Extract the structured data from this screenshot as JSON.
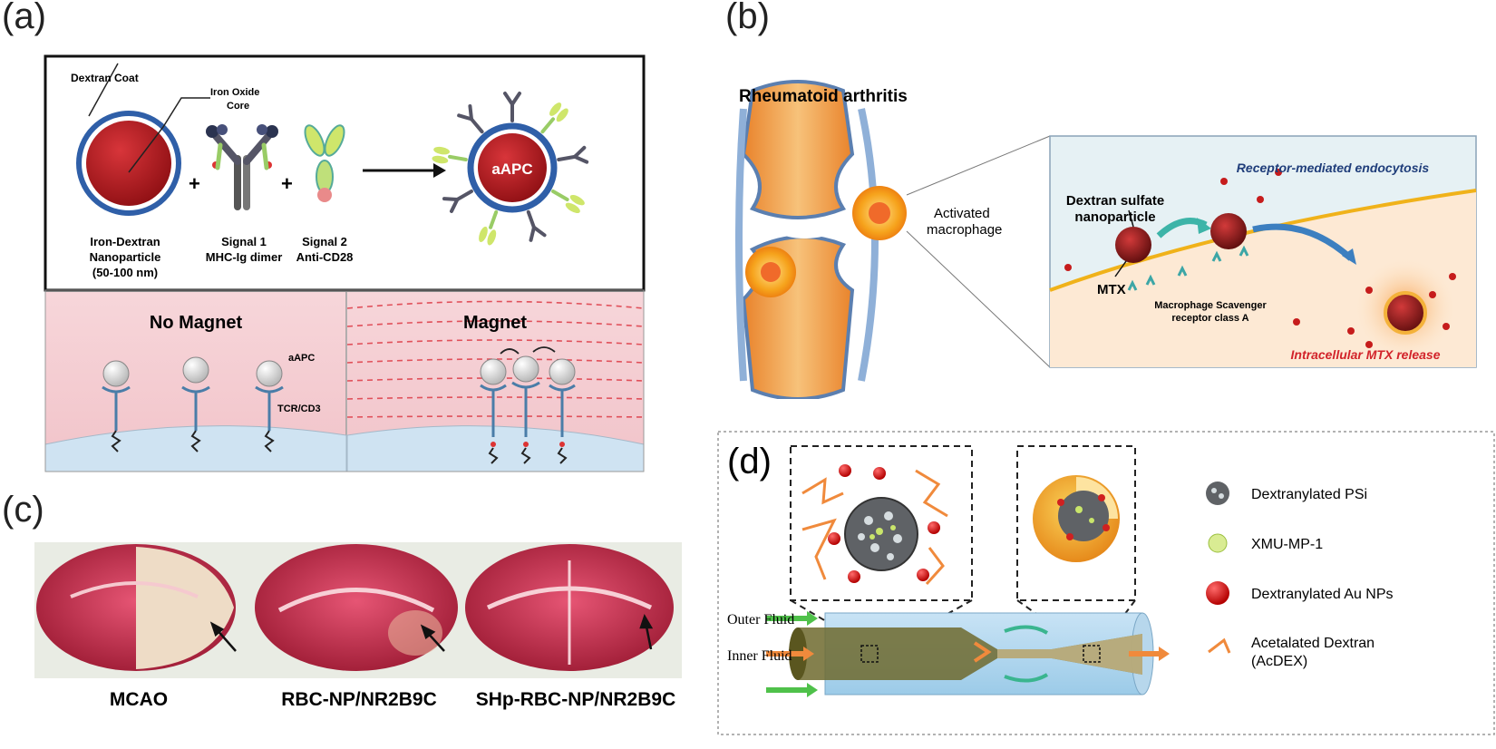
{
  "panel_a": {
    "letter": "(a)",
    "dextran_coat": "Dextran Coat",
    "iron_oxide_1": "Iron Oxide",
    "iron_oxide_2": "Core",
    "np_label_1": "Iron-Dextran",
    "np_label_2": "Nanoparticle",
    "np_label_3": "(50-100 nm)",
    "signal1_1": "Signal 1",
    "signal1_2": "MHC-Ig dimer",
    "signal2_1": "Signal 2",
    "signal2_2": "Anti-CD28",
    "aapc_center": "aAPC",
    "no_magnet": "No Magnet",
    "magnet": "Magnet",
    "aapc_small": "aAPC",
    "tcr": "TCR/CD3"
  },
  "panel_b": {
    "letter": "(b)",
    "ra": "Rheumatoid arthritis",
    "activated_1": "Activated",
    "activated_2": "macrophage",
    "rme": "Receptor-mediated endocytosis",
    "dsn_1": "Dextran sulfate",
    "dsn_2": "nanoparticle",
    "mtx": "MTX",
    "msr_1": "Macrophage Scavenger",
    "msr_2": "receptor class A",
    "release": "Intracellular MTX release"
  },
  "panel_c": {
    "letter": "(c)",
    "labels": [
      "MCAO",
      "RBC-NP/NR2B9C",
      "SHp-RBC-NP/NR2B9C"
    ]
  },
  "panel_d": {
    "letter": "(d)",
    "outer": "Outer Fluid",
    "inner": "Inner Fluid",
    "legend": [
      "Dextranylated PSi",
      "XMU-MP-1",
      "Dextranylated Au NPs",
      "Acetalated Dextran",
      "(AcDEX)"
    ]
  },
  "colors": {
    "np_red": "#b3161b",
    "np_ring": "#2f5fa8",
    "pink_bg": "#f3cdd2",
    "cell_blue": "#cfe3f2",
    "joint_orange": "#f3a64a",
    "rme_blue": "#1f3d7a",
    "release_red": "#d2232a",
    "tube_blue": "#a9d2ee",
    "olive": "#6f6a2e",
    "green_arrow": "#4fc14a",
    "orange_arrow": "#f08a3c"
  }
}
